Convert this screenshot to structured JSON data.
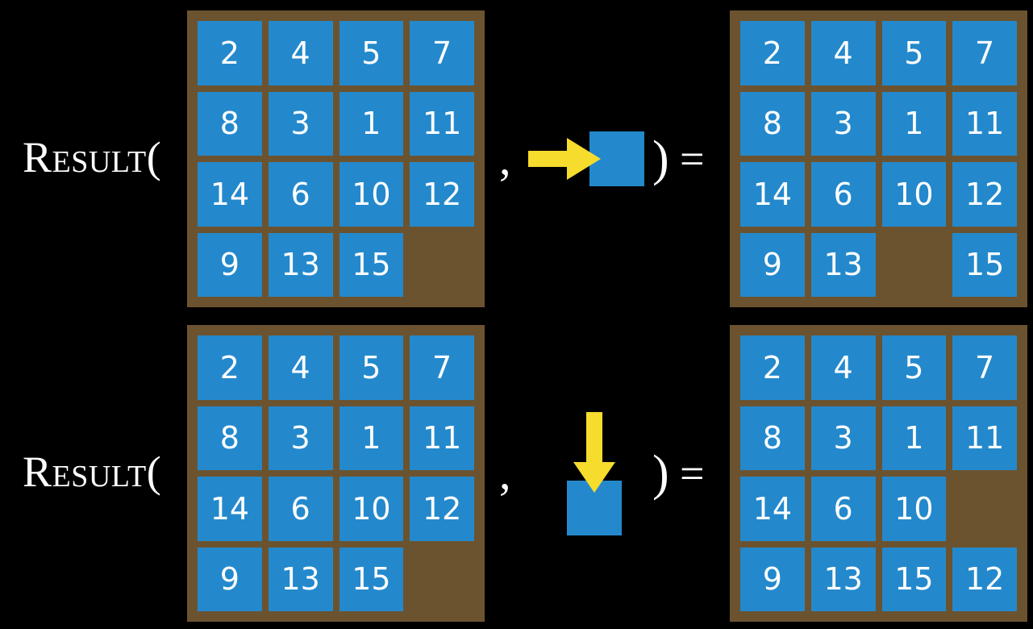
{
  "page": {
    "background_color": "#000000",
    "tile_color": "#2489cc",
    "board_frame_color": "#6b5330",
    "arrow_color": "#f5dc2d",
    "text_color": "#ffffff"
  },
  "symbols": {
    "result_label": "Result(",
    "comma": ",",
    "close_paren": ")",
    "equals": "="
  },
  "equations": [
    {
      "id": "row-1",
      "label": "Result(",
      "input_board": {
        "rows": [
          [
            "2",
            "4",
            "5",
            "7"
          ],
          [
            "8",
            "3",
            "1",
            "11"
          ],
          [
            "14",
            "6",
            "10",
            "12"
          ],
          [
            "9",
            "13",
            "15",
            ""
          ]
        ]
      },
      "action": {
        "direction": "right",
        "icon": "arrow-right-icon",
        "description": "slide tile right"
      },
      "output_board": {
        "rows": [
          [
            "2",
            "4",
            "5",
            "7"
          ],
          [
            "8",
            "3",
            "1",
            "11"
          ],
          [
            "14",
            "6",
            "10",
            "12"
          ],
          [
            "9",
            "13",
            "",
            "15"
          ]
        ]
      }
    },
    {
      "id": "row-2",
      "label": "Result(",
      "input_board": {
        "rows": [
          [
            "2",
            "4",
            "5",
            "7"
          ],
          [
            "8",
            "3",
            "1",
            "11"
          ],
          [
            "14",
            "6",
            "10",
            "12"
          ],
          [
            "9",
            "13",
            "15",
            ""
          ]
        ]
      },
      "action": {
        "direction": "down",
        "icon": "arrow-down-icon",
        "description": "slide tile down"
      },
      "output_board": {
        "rows": [
          [
            "2",
            "4",
            "5",
            "7"
          ],
          [
            "8",
            "3",
            "1",
            "11"
          ],
          [
            "14",
            "6",
            "10",
            ""
          ],
          [
            "9",
            "13",
            "15",
            "12"
          ]
        ]
      }
    }
  ]
}
